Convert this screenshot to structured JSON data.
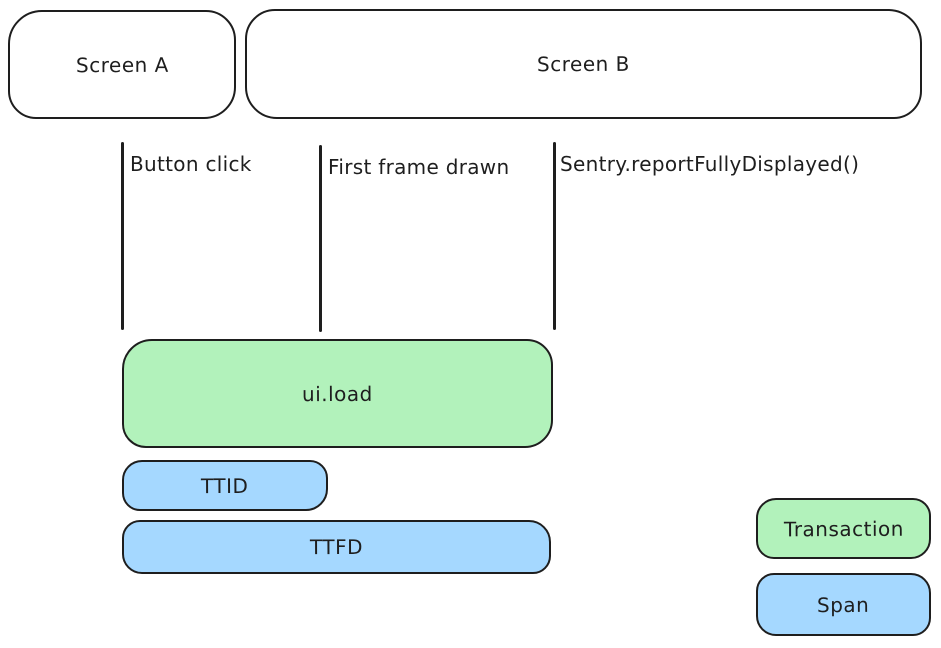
{
  "diagram": {
    "background": "#ffffff",
    "colors": {
      "stroke": "#1e1e1e",
      "text": "#1e1e1e",
      "transaction_fill": "#b2f2bb",
      "span_fill": "#a5d8ff"
    },
    "screens": [
      {
        "label": "Screen A"
      },
      {
        "label": "Screen B"
      }
    ],
    "timeline_markers": [
      {
        "label": "Button click"
      },
      {
        "label": "First frame drawn"
      },
      {
        "label": "Sentry.reportFullyDisplayed()"
      }
    ],
    "bars": [
      {
        "label": "ui.load",
        "type": "transaction"
      },
      {
        "label": "TTID",
        "type": "span"
      },
      {
        "label": "TTFD",
        "type": "span"
      }
    ],
    "legend": [
      {
        "label": "Transaction",
        "type": "transaction"
      },
      {
        "label": "Span",
        "type": "span"
      }
    ]
  }
}
